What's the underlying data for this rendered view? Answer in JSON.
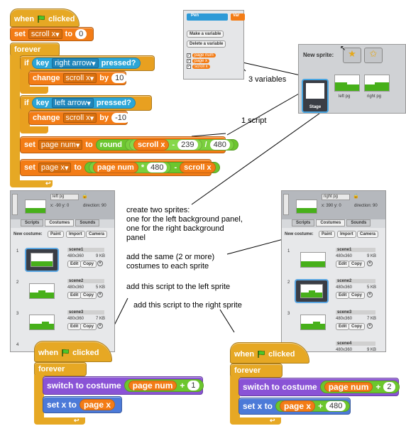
{
  "main_script": {
    "hat": "when",
    "hat_suffix": "clicked",
    "set_label": "set",
    "scroll_var": "scroll x",
    "to_label": "to",
    "init_value": "0",
    "forever": "forever",
    "if1": "if",
    "key1": "key",
    "key1_name": "right arrow",
    "pressed1": "pressed?",
    "change1": "change",
    "change1_var": "scroll x",
    "by1": "by",
    "change1_value": "10",
    "if2": "if",
    "key2": "key",
    "key2_name": "left arrow",
    "pressed2": "pressed?",
    "change2": "change",
    "change2_var": "scroll x",
    "by2": "by",
    "change2_value": "-10",
    "set_pagenum": "set",
    "pagenum_var": "page num",
    "to2": "to",
    "round": "round",
    "round_scroll": "scroll x",
    "minus": "-",
    "round_offset": "239",
    "divide": "/",
    "round_div": "480",
    "set_pagex": "set",
    "pagex_var": "page x",
    "to3": "to",
    "pagenum_ref": "page num",
    "times": "*",
    "times_val": "480",
    "minus2": "-",
    "scroll_ref": "scroll x"
  },
  "variables_panel": {
    "tab_pen": "Pen",
    "tab_var": "Var",
    "make_variable": "Make a variable",
    "delete_variable": "Delete a variable",
    "vars": [
      "page num",
      "page x",
      "scroll x"
    ]
  },
  "sprites_panel": {
    "new_sprite": "New sprite:",
    "stage": "Stage",
    "left": "left pg",
    "right": "right pg"
  },
  "left_sprite": {
    "name": "left pg",
    "coords": "x: -90   y: 0",
    "direction": "direction: 90",
    "tabs": [
      "Scripts",
      "Costumes",
      "Sounds"
    ],
    "new_costume": "New costume:",
    "buttons": [
      "Paint",
      "Import",
      "Camera"
    ],
    "costumes": [
      {
        "num": "1",
        "name": "scene1",
        "size": "480x360",
        "kb": "9 KB"
      },
      {
        "num": "2",
        "name": "scene2",
        "size": "480x360",
        "kb": "5 KB"
      },
      {
        "num": "3",
        "name": "scene3",
        "size": "480x360",
        "kb": "7 KB"
      },
      {
        "num": "4",
        "name": "",
        "size": "",
        "kb": ""
      }
    ],
    "edit": "Edit",
    "copy": "Copy"
  },
  "right_sprite": {
    "name": "right pg",
    "coords": "x: 390   y: 0",
    "direction": "direction: 90",
    "tabs": [
      "Scripts",
      "Costumes",
      "Sounds"
    ],
    "new_costume": "New costume:",
    "buttons": [
      "Paint",
      "Import",
      "Camera"
    ],
    "costumes": [
      {
        "num": "1",
        "name": "scene1",
        "size": "480x360",
        "kb": "9 KB"
      },
      {
        "num": "2",
        "name": "scene2",
        "size": "480x360",
        "kb": "5 KB"
      },
      {
        "num": "3",
        "name": "scene3",
        "size": "480x360",
        "kb": "7 KB"
      },
      {
        "num": "4",
        "name": "scene4",
        "size": "480x360",
        "kb": "9 KB"
      }
    ],
    "edit": "Edit",
    "copy": "Copy"
  },
  "annotations": {
    "three_vars": "3 variables",
    "one_script": "1 script",
    "two_sprites": "create two sprites:\none for the left background panel,\none for the right background\npanel",
    "same_costumes": "add the same (2 or more)\ncostumes to each sprite",
    "left_script": "add this script to the left sprite",
    "right_script": "add this script to the right sprite"
  },
  "left_script": {
    "hat": "when",
    "hat_suffix": "clicked",
    "forever": "forever",
    "switch": "switch to costume",
    "pagenum": "page num",
    "plus": "+",
    "offset": "1",
    "setx": "set x to",
    "pagex": "page x"
  },
  "right_script": {
    "hat": "when",
    "hat_suffix": "clicked",
    "forever": "forever",
    "switch": "switch to costume",
    "pagenum": "page num",
    "plus": "+",
    "offset": "2",
    "setx": "set x to",
    "pagex": "page x",
    "plus2": "+",
    "xoffset": "480"
  },
  "colors": {
    "control": "#e6a824",
    "sensing": "#2ba6d8",
    "variables": "#f37c16",
    "operators": "#6cc62e",
    "looks": "#8a53d6",
    "motion": "#4c7ad8"
  }
}
